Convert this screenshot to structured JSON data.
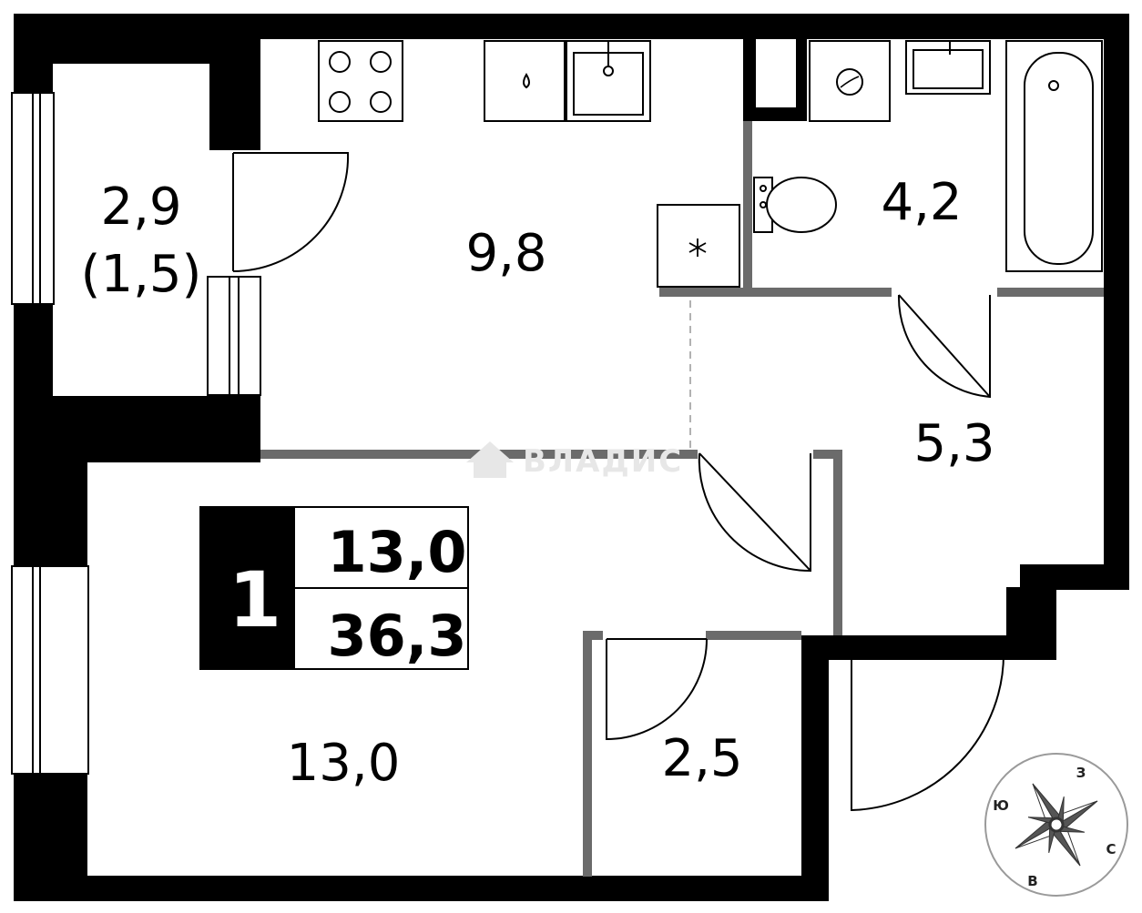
{
  "rooms": [
    {
      "id": "balcony",
      "area": "2,9",
      "area_note": "(1,5)"
    },
    {
      "id": "kitchen",
      "area": "9,8"
    },
    {
      "id": "bathroom",
      "area": "4,2"
    },
    {
      "id": "hallway",
      "area": "5,3"
    },
    {
      "id": "living_room",
      "area": "13,0"
    },
    {
      "id": "storage",
      "area": "2,5"
    }
  ],
  "summary_badge": {
    "rooms_count": "1",
    "living_area": "13,0",
    "total_area": "36,3"
  },
  "compass": {
    "north": "З",
    "east": "С",
    "south": "В",
    "west": "Ю"
  },
  "watermark": "ВЛАДИС",
  "colors": {
    "wall": "#000000",
    "partition": "#6b6b6b",
    "background": "#ffffff",
    "watermark": "#e7e7e7"
  }
}
